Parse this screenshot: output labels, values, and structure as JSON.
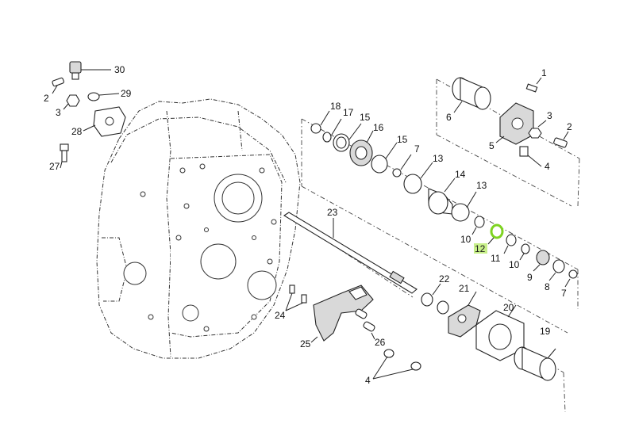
{
  "highlight_color": "#7ed321",
  "callouts": [
    {
      "id": "c1",
      "text": "1"
    },
    {
      "id": "c2r",
      "text": "2"
    },
    {
      "id": "c3r",
      "text": "3"
    },
    {
      "id": "c4r",
      "text": "4"
    },
    {
      "id": "c5",
      "text": "5"
    },
    {
      "id": "c6",
      "text": "6"
    },
    {
      "id": "c7a",
      "text": "7"
    },
    {
      "id": "c7b",
      "text": "7"
    },
    {
      "id": "c8",
      "text": "8"
    },
    {
      "id": "c9",
      "text": "9"
    },
    {
      "id": "c10a",
      "text": "10"
    },
    {
      "id": "c10b",
      "text": "10"
    },
    {
      "id": "c11",
      "text": "11"
    },
    {
      "id": "c12",
      "text": "12"
    },
    {
      "id": "c13a",
      "text": "13"
    },
    {
      "id": "c13b",
      "text": "13"
    },
    {
      "id": "c14",
      "text": "14"
    },
    {
      "id": "c15a",
      "text": "15"
    },
    {
      "id": "c15b",
      "text": "15"
    },
    {
      "id": "c16",
      "text": "16"
    },
    {
      "id": "c17",
      "text": "17"
    },
    {
      "id": "c18",
      "text": "18"
    },
    {
      "id": "c19",
      "text": "19"
    },
    {
      "id": "c20",
      "text": "20"
    },
    {
      "id": "c21",
      "text": "21"
    },
    {
      "id": "c22",
      "text": "22"
    },
    {
      "id": "c23",
      "text": "23"
    },
    {
      "id": "c24",
      "text": "24"
    },
    {
      "id": "c25",
      "text": "25"
    },
    {
      "id": "c26",
      "text": "26"
    },
    {
      "id": "c27",
      "text": "27"
    },
    {
      "id": "c28",
      "text": "28"
    },
    {
      "id": "c29",
      "text": "29"
    },
    {
      "id": "c30",
      "text": "30"
    },
    {
      "id": "c2l",
      "text": "2"
    },
    {
      "id": "c3l",
      "text": "3"
    },
    {
      "id": "c4b",
      "text": "4"
    }
  ]
}
